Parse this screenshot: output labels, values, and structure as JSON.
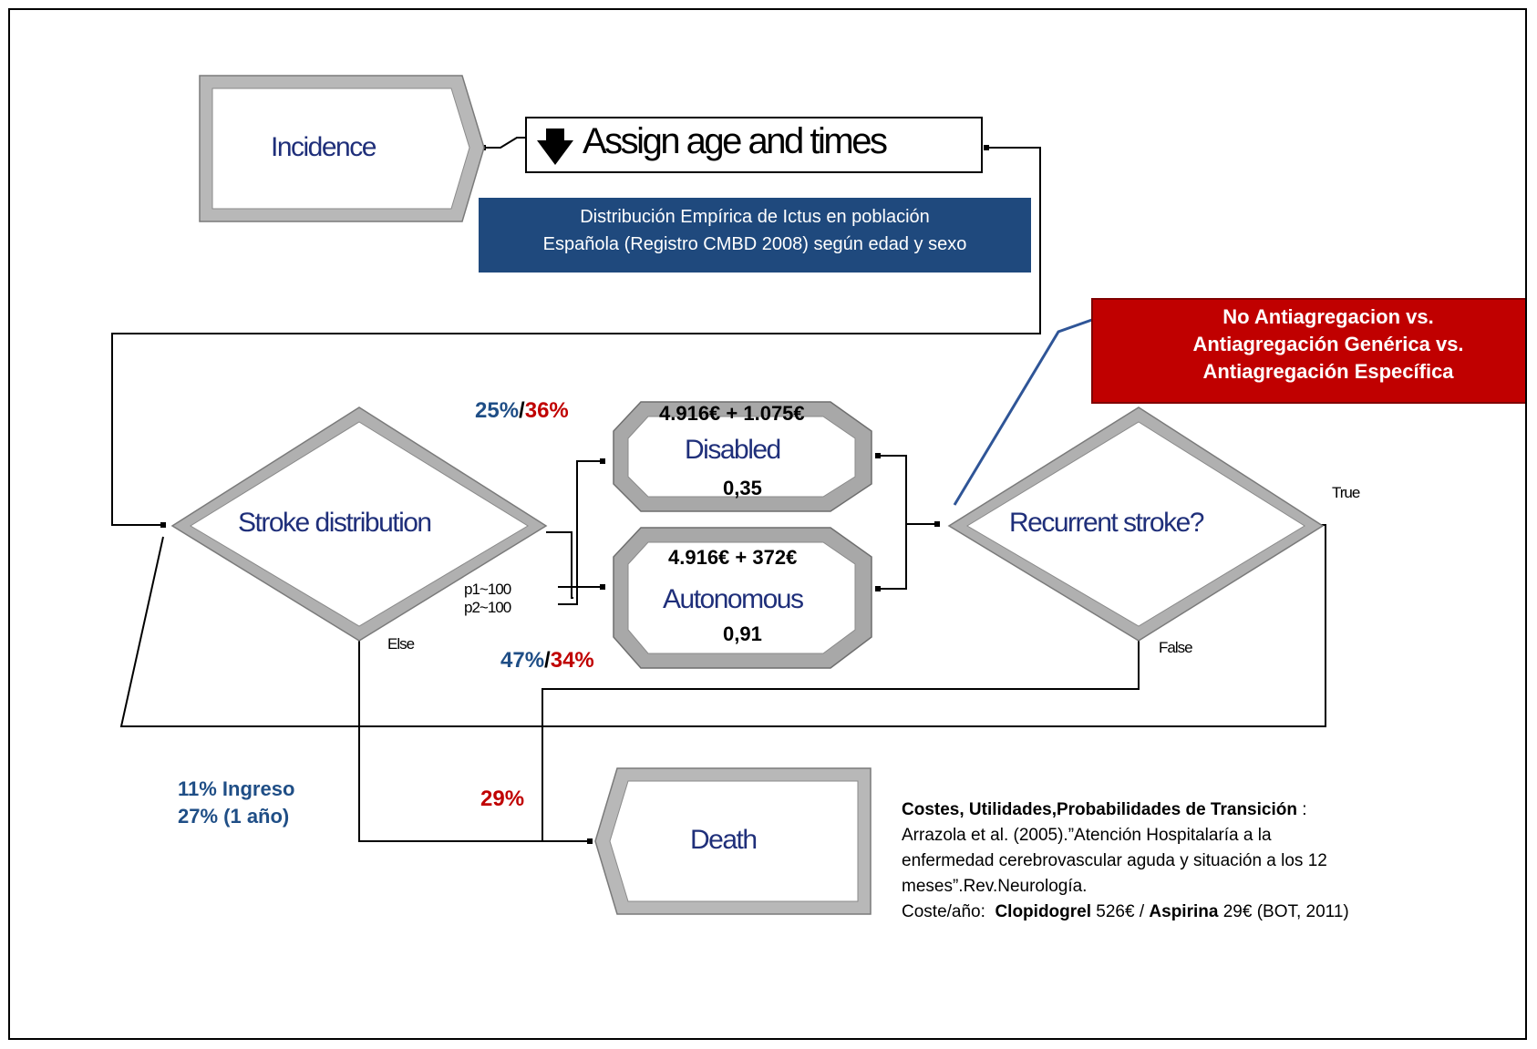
{
  "nodes": {
    "incidence": "Incidence",
    "assign": "Assign age and times",
    "stroke_distribution": "Stroke distribution",
    "disabled": "Disabled",
    "autonomous": "Autonomous",
    "recurrent_stroke": "Recurrent stroke?",
    "death": "Death"
  },
  "branch_labels": {
    "p1": "p1~100",
    "p2": "p2~100",
    "else": "Else",
    "true": "True",
    "false": "False"
  },
  "disabled_values": {
    "cost": "4.916€ + 1.075€",
    "utility": "0,35"
  },
  "autonomous_values": {
    "cost": "4.916€ + 372€",
    "utility": "0,91"
  },
  "percentages": {
    "disabled_blue": "25%",
    "disabled_sep": "/",
    "disabled_red": "36%",
    "autonomous_blue": "47%",
    "autonomous_sep": "/",
    "autonomous_red": "34%",
    "death_line1": "11% Ingreso",
    "death_line2": "27% (1 año)",
    "recurrence_death": "29%"
  },
  "callouts": {
    "distribution_line1": "Distribución Empírica de Ictus en población",
    "distribution_line2": "Española (Registro CMBD 2008) según edad y sexo",
    "comparison_line1": "No Antiagregacion vs.",
    "comparison_line2": "Antiagregación Genérica vs.",
    "comparison_line3": "Antiagregación Específica"
  },
  "reference": {
    "heading": "Costes, Utilidades,Probabilidades de Transición",
    "heading_suffix": " :",
    "line1": "Arrazola et al. (2005).”Atención Hospitalaría a la",
    "line2": "enfermedad cerebrovascular aguda y situación a los 12",
    "line3": "meses”.Rev.Neurología.",
    "cost_prefix": "Coste/año:  ",
    "drug1": "Clopidogrel",
    "drug1_cost": " 526€ / ",
    "drug2": "Aspirina",
    "drug2_cost": " 29€ (BOT, 2011)"
  },
  "colors": {
    "blue": "#1f4e86",
    "red": "#c00000",
    "callout_blue": "#1f497d",
    "node_gray": "#a6a6a6",
    "node_text": "#1f2f7a"
  }
}
